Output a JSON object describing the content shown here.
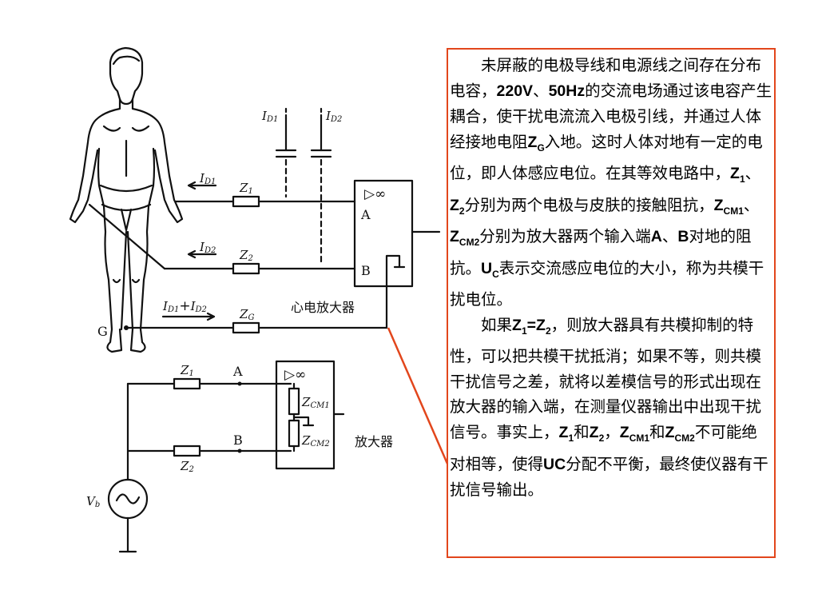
{
  "labels": {
    "id1_top": "I",
    "id1_top_sub": "D1",
    "id2_top": "I",
    "id2_top_sub": "D2",
    "id1_arrow": "I",
    "id1_arrow_sub": "D1",
    "id2_arrow": "I",
    "id2_arrow_sub": "D2",
    "sum_current_a": "I",
    "sum_current_a_sub": "D1",
    "sum_current_plus": "+",
    "sum_current_b": "I",
    "sum_current_b_sub": "D2",
    "z1": "Z",
    "z1_sub": "1",
    "z2": "Z",
    "z2_sub": "2",
    "zg": "Z",
    "zg_sub": "G",
    "node_a": "A",
    "node_b": "B",
    "amp_symbol": "▷∞",
    "ecg_amp": "心电放大器",
    "ground_g": "G",
    "z1_low": "Z",
    "z1_low_sub": "1",
    "z2_low": "Z",
    "z2_low_sub": "2",
    "node_a_low": "A",
    "node_b_low": "B",
    "zcm1": "Z",
    "zcm1_sub": "CM1",
    "zcm2": "Z",
    "zcm2_sub": "CM2",
    "amp_low": "放大器",
    "vb": "V",
    "vb_sub": "b"
  },
  "text": {
    "p1_a": "未屏蔽的电极导线和电源线之间存在分布电容，",
    "p1_b": "220V",
    "p1_c": "、",
    "p1_d": "50Hz",
    "p1_e": "的交流电场通过该电容产生耦合，使干扰电流流入电极引线，并通过人体经接地电阻",
    "p1_zg": "Z",
    "p1_zg_sub": "G",
    "p1_f": "入地。这时人体对地有一定的电位，即人体感应电位。在其等效电路中，",
    "p1_z1": "Z",
    "p1_z1_sub": "1",
    "p1_g": "、",
    "p1_z2": "Z",
    "p1_z2_sub": "2",
    "p1_h": "分别为两个电极与皮肤的接触阻抗，",
    "p1_zcm1": "Z",
    "p1_zcm1_sub": "CM1",
    "p1_i": "、",
    "p1_zcm2": "Z",
    "p1_zcm2_sub": "CM2",
    "p1_j": "分别为放大器两个输入端",
    "p1_a2": "A",
    "p1_k": "、",
    "p1_b2": "B",
    "p1_l": "对地的阻抗。",
    "p1_uc": "U",
    "p1_uc_sub": "C",
    "p1_m": "表示交流感应电位的大小，称为共模干扰电位。",
    "p2_a": "如果",
    "p2_eq": "Z",
    "p2_eq_sub1": "1",
    "p2_eq_mid": "=Z",
    "p2_eq_sub2": "2",
    "p2_b": "，则放大器具有共模抑制的特性，可以把共模干扰抵消；如果不等，则共模干扰信号之差，就将以差模信号的形式出现在放大器的输入端，在测量仪器输出中出现干扰信号。事实上，",
    "p2_z1": "Z",
    "p2_z1_sub": "1",
    "p2_c": "和",
    "p2_z2": "Z",
    "p2_z2_sub": "2",
    "p2_d": "，",
    "p2_zcm1": "Z",
    "p2_zcm1_sub": "CM1",
    "p2_e": "和",
    "p2_zcm2": "Z",
    "p2_zcm2_sub": "CM2",
    "p2_f": "不可能绝对相等，使得",
    "p2_uc": "UC",
    "p2_g": "分配不平衡，最终使仪器有干扰信号输出。"
  },
  "colors": {
    "frame": "#e2461c",
    "ink": "#111111"
  }
}
